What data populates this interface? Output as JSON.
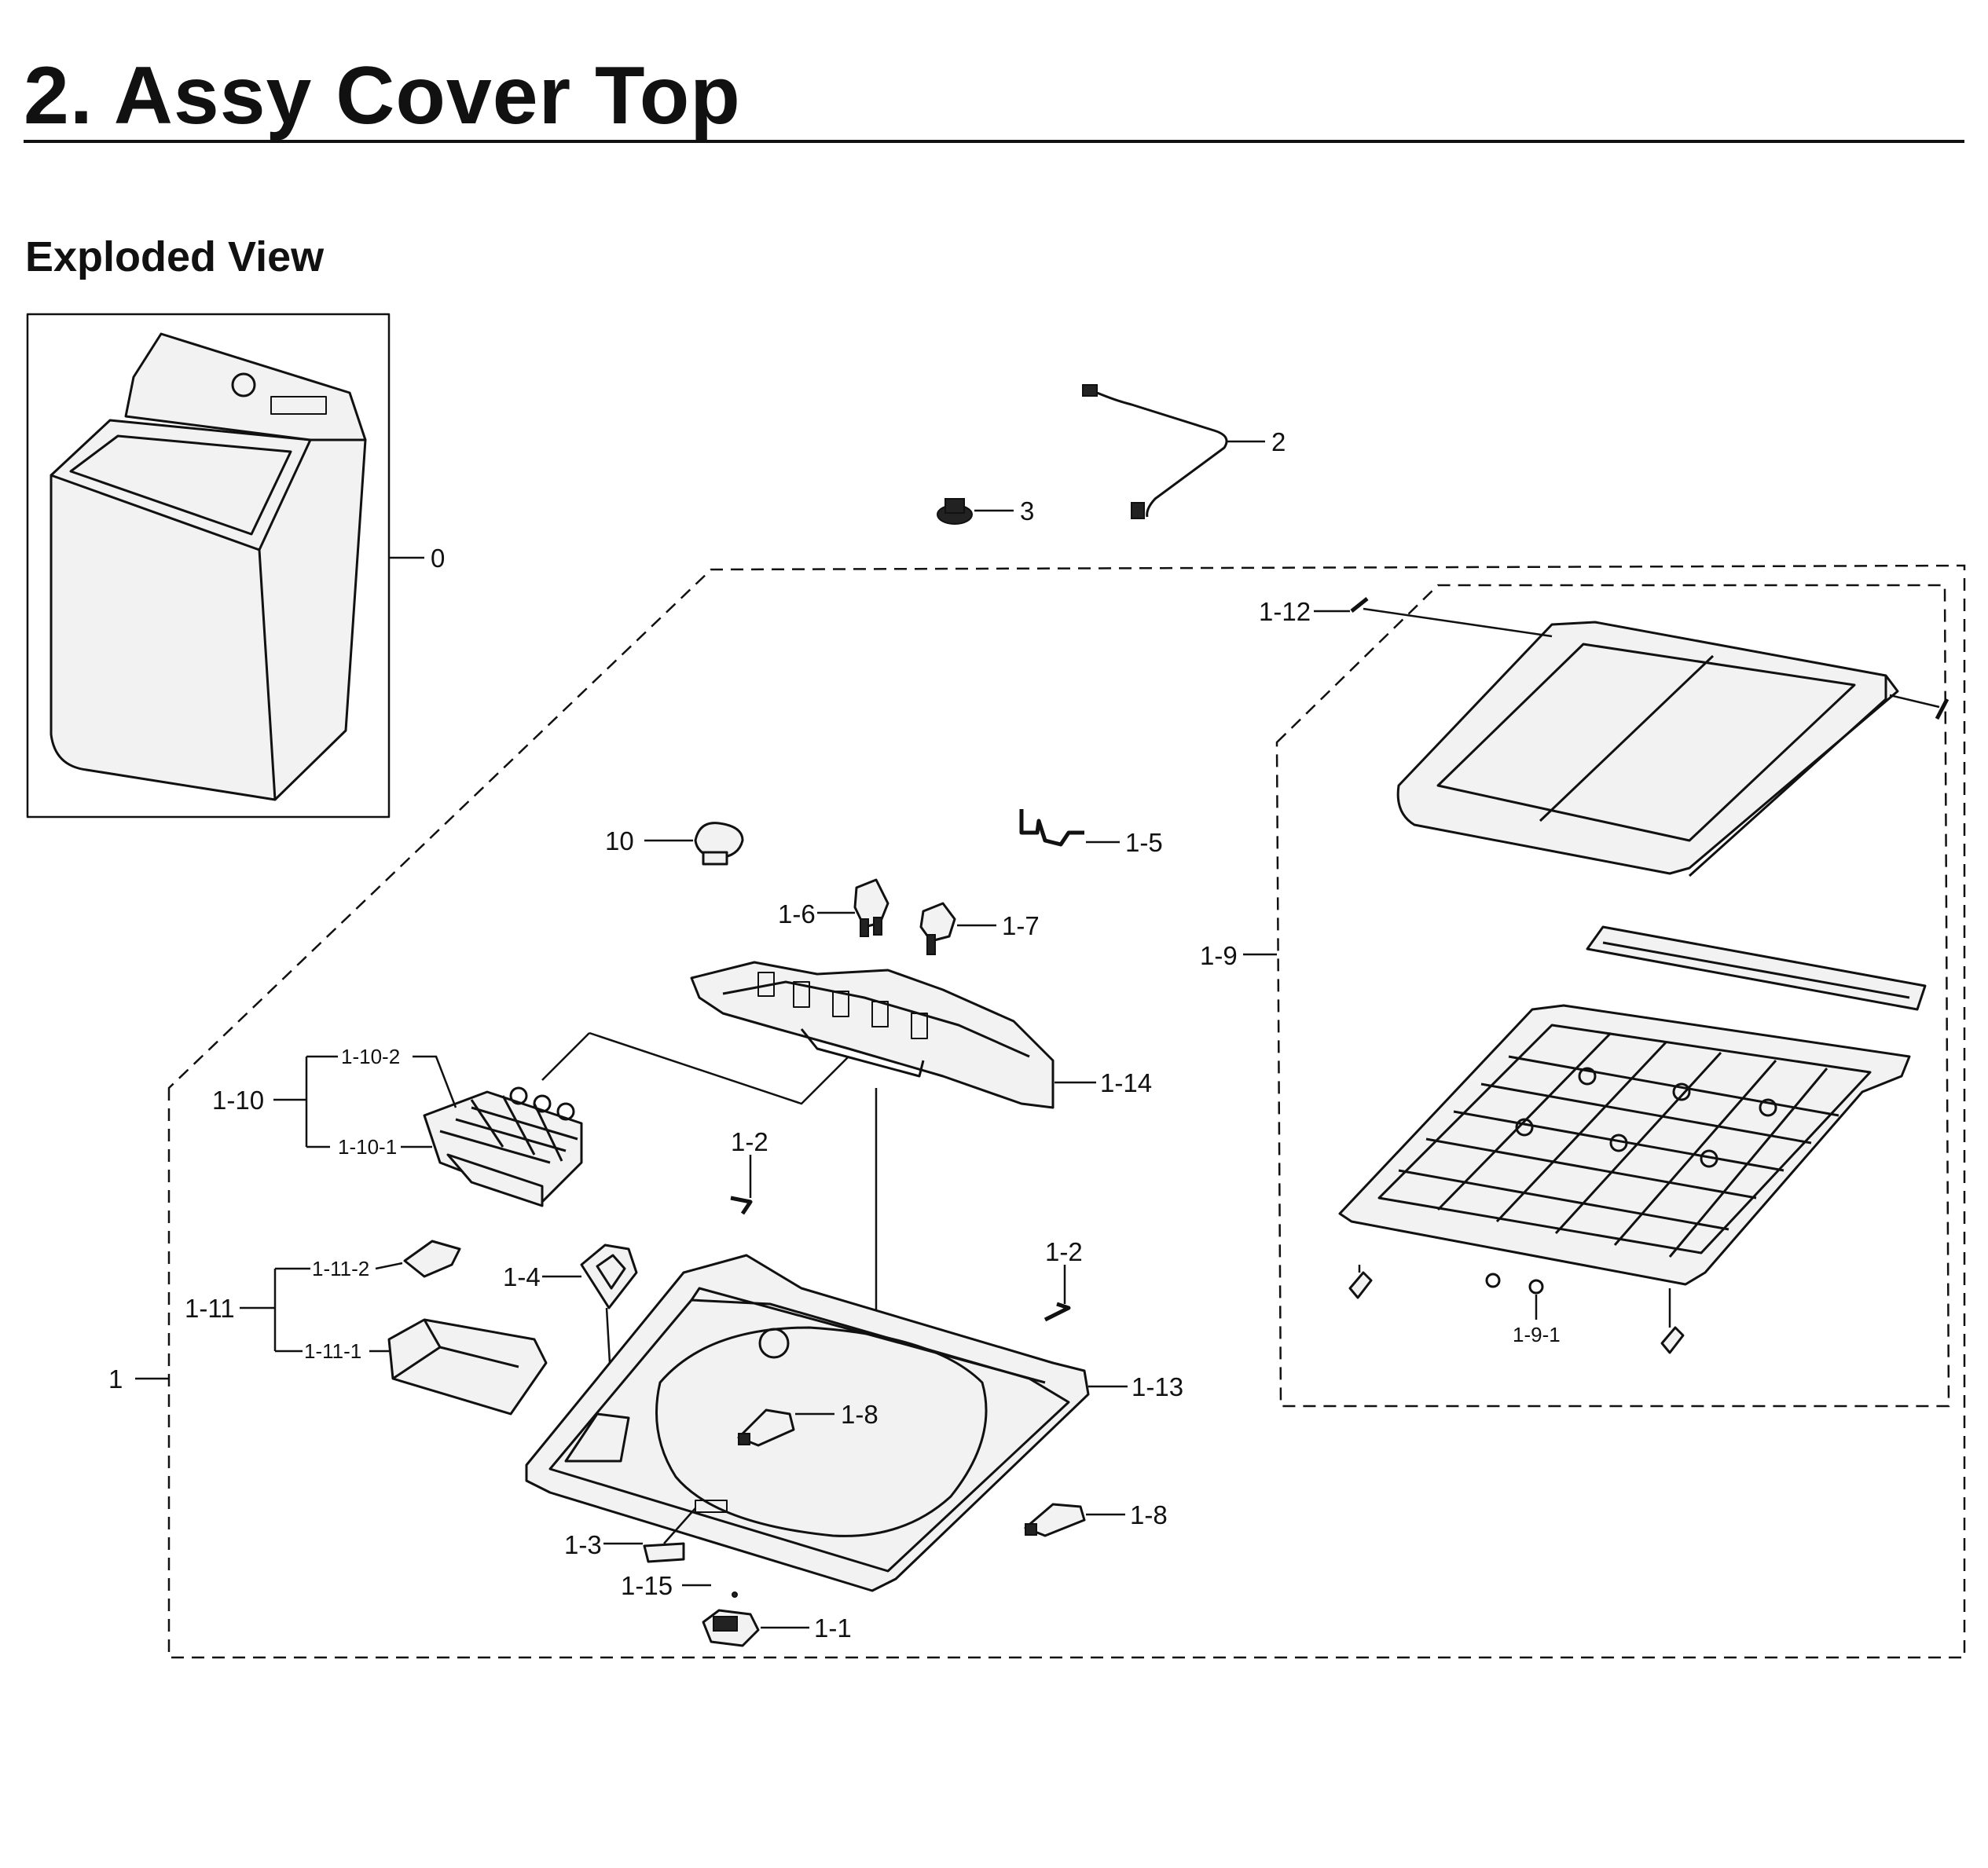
{
  "page": {
    "title": "2.  Assy Cover Top",
    "subtitle": "Exploded View"
  },
  "callouts": {
    "c0": "0",
    "c1": "1",
    "c2": "2",
    "c3": "3",
    "c10": "10",
    "c1_1": "1-1",
    "c1_2a": "1-2",
    "c1_2b": "1-2",
    "c1_3": "1-3",
    "c1_4": "1-4",
    "c1_5": "1-5",
    "c1_6": "1-6",
    "c1_7": "1-7",
    "c1_8a": "1-8",
    "c1_8b": "1-8",
    "c1_9": "1-9",
    "c1_9_1": "1-9-1",
    "c1_10": "1-10",
    "c1_10_1": "1-10-1",
    "c1_10_2": "1-10-2",
    "c1_11": "1-11",
    "c1_11_1": "1-11-1",
    "c1_11_2": "1-11-2",
    "c1_12": "1-12",
    "c1_13": "1-13",
    "c1_14": "1-14",
    "c1_15": "1-15"
  }
}
